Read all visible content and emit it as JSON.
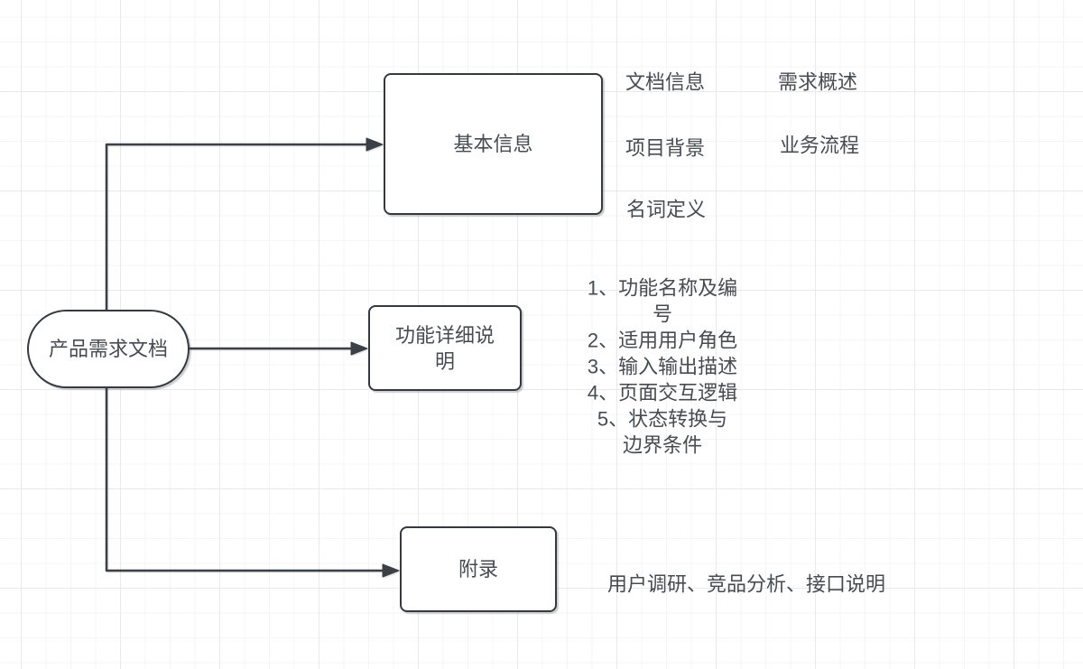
{
  "diagram": {
    "root": {
      "label": "产品需求文档"
    },
    "nodes": [
      {
        "label": "基本信息"
      },
      {
        "label": "功能详细说\n明"
      },
      {
        "label": "附录"
      }
    ],
    "annotations": [
      {
        "text": "文档信息"
      },
      {
        "text": "需求概述"
      },
      {
        "text": "项目背景"
      },
      {
        "text": "业务流程"
      },
      {
        "text": "名词定义"
      },
      {
        "text": "1、功能名称及编\n号\n2、适用用户角色\n3、输入输出描述\n4、页面交互逻辑\n5、状态转换与\n边界条件"
      },
      {
        "text": "用户调研、竞品分析、接口说明"
      }
    ],
    "colors": {
      "stroke": "#3a4045",
      "shape_border": "#343a40",
      "text": "#474c51",
      "background": "#ffffff",
      "grid_minor": "#f5f5f5",
      "grid_major": "#e9e9e9"
    }
  }
}
